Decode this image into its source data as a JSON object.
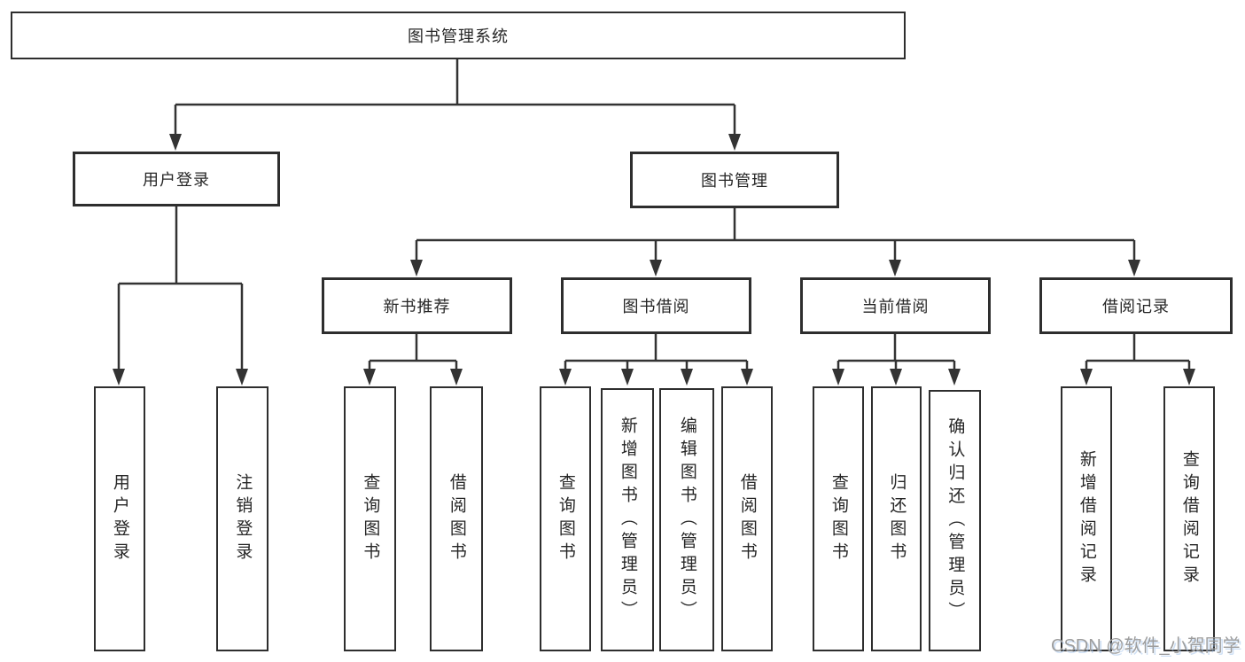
{
  "diagram_type": "functional-structure-tree",
  "nodes": {
    "root": {
      "label": "图书管理系统"
    },
    "user_login": {
      "label": "用户登录"
    },
    "book_mgmt": {
      "label": "图书管理"
    },
    "new_book_rec": {
      "label": "新书推荐"
    },
    "book_borrow": {
      "label": "图书借阅"
    },
    "current_borrow": {
      "label": "当前借阅"
    },
    "borrow_record": {
      "label": "借阅记录"
    },
    "login_user": {
      "label": "用户登录"
    },
    "login_logout": {
      "label": "注销登录"
    },
    "rec_query": {
      "label": "查询图书"
    },
    "rec_borrow": {
      "label": "借阅图书"
    },
    "bb_query": {
      "label": "查询图书"
    },
    "bb_add": {
      "label": "新增图书（管理员）"
    },
    "bb_edit": {
      "label": "编辑图书（管理员）"
    },
    "bb_borrow": {
      "label": "借阅图书"
    },
    "cb_query": {
      "label": "查询图书"
    },
    "cb_return": {
      "label": "归还图书"
    },
    "cb_confirm": {
      "label": "确认归还（管理员）"
    },
    "br_add": {
      "label": "新增借阅记录"
    },
    "br_query": {
      "label": "查询借阅记录"
    }
  },
  "watermark": {
    "text": "CSDN @软件_小贺同学"
  },
  "colors": {
    "line": "#333333",
    "box_border": "#2e2e2e",
    "box_fill": "#ffffff",
    "text": "#262626",
    "watermark": "#9d9d9d",
    "background": "#ffffff"
  }
}
